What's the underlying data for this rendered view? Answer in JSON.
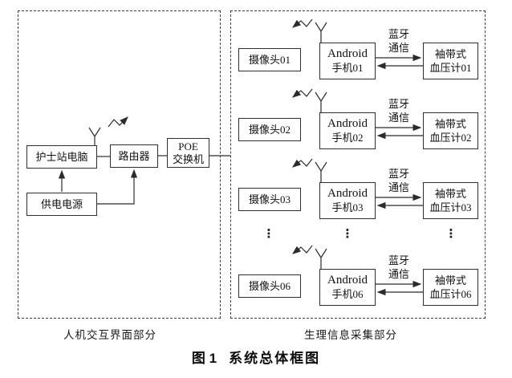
{
  "diagram": {
    "caption": {
      "figure": "图 1",
      "title": "系统总体框图"
    },
    "left_section": {
      "label": "人机交互界面部分",
      "nurse_pc": "护士站电脑",
      "router": "路由器",
      "poe_line1": "POE",
      "poe_line2": "交换机",
      "power_supply": "供电电源"
    },
    "right_section": {
      "label": "生理信息采集部分",
      "bluetooth_line1": "蓝牙",
      "bluetooth_line2": "通信",
      "ellipsis": "⋮",
      "rows": [
        {
          "camera": "摄像头01",
          "phone_line1": "Android",
          "phone_line2": "手机01",
          "bp_line1": "袖带式",
          "bp_line2": "血压计01"
        },
        {
          "camera": "摄像头02",
          "phone_line1": "Android",
          "phone_line2": "手机02",
          "bp_line1": "袖带式",
          "bp_line2": "血压计02"
        },
        {
          "camera": "摄像头03",
          "phone_line1": "Android",
          "phone_line2": "手机03",
          "bp_line1": "袖带式",
          "bp_line2": "血压计03"
        },
        {
          "camera": "摄像头06",
          "phone_line1": "Android",
          "phone_line2": "手机06",
          "bp_line1": "袖带式",
          "bp_line2": "血压计06"
        }
      ]
    },
    "colors": {
      "line": "#2b2b2b",
      "text": "#111111",
      "background": "#ffffff"
    }
  }
}
